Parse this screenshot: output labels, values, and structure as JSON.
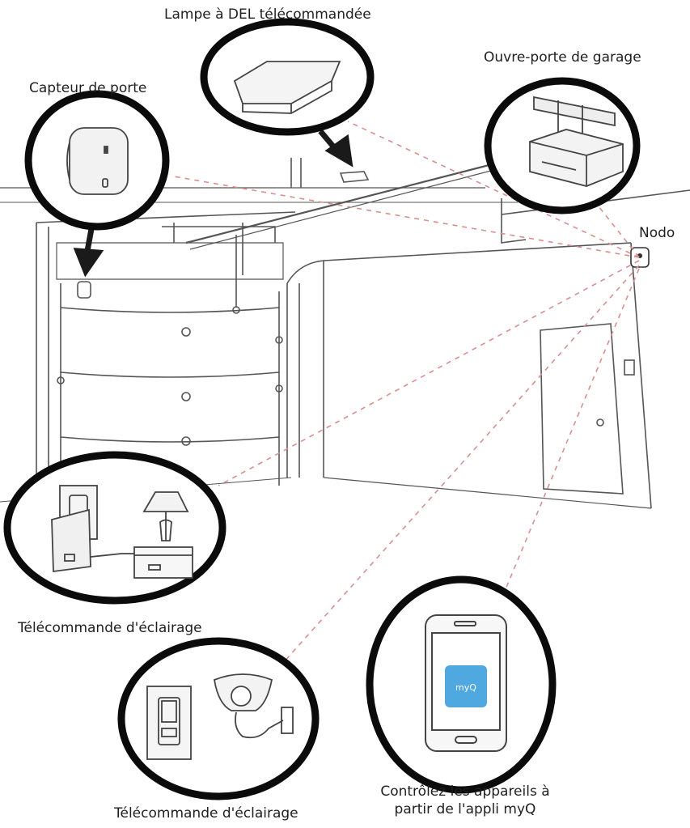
{
  "labels": {
    "led_lamp": "Lampe à DEL télécommandée",
    "garage_opener": "Ouvre-porte de garage",
    "door_sensor": "Capteur de porte",
    "hub": "Nodo",
    "lighting_remote_plug": "Télécommande d'éclairage",
    "lighting_remote_switch": "Télécommande d'éclairage",
    "app_line1": "Contrôlez les appareils à",
    "app_line2": "partir de l'appli myQ"
  },
  "app_icon_text": "myQ",
  "colors": {
    "circle_outline": "#0b0b0b",
    "line_art": "#555555",
    "dashed_link": "#d98f8f",
    "app_tile": "#4fa8e0",
    "arrow": "#1a1a1a"
  }
}
